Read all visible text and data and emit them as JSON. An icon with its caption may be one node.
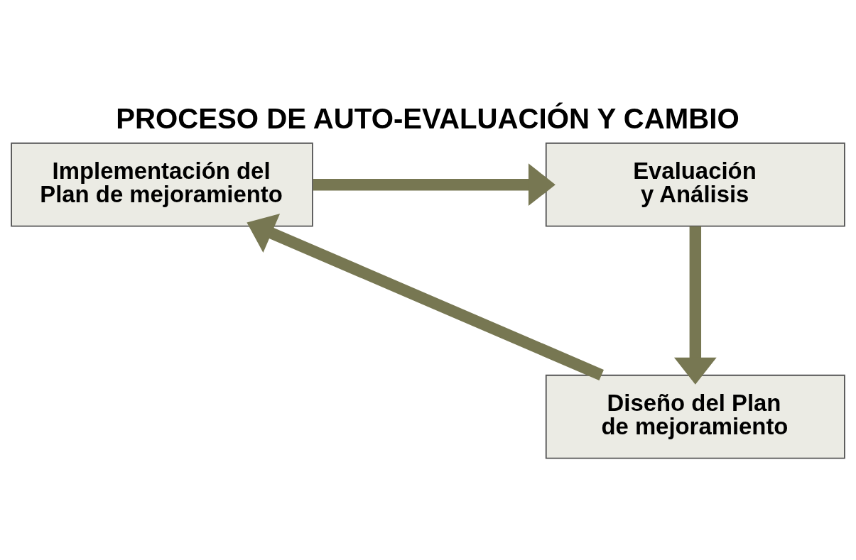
{
  "diagram": {
    "title": "PROCESO DE AUTO-EVALUACIÓN Y CAMBIO",
    "nodes": [
      {
        "text": [
          "Implementación del Plan de mejoramiento"
        ]
      },
      {
        "text": [
          "Evaluación y Análisis"
        ]
      },
      {
        "text": [
          "Diseño del Plan de mejoramiento"
        ]
      }
    ],
    "edges": [
      {
        "from": 0,
        "to": 1,
        "arrow": "to"
      },
      {
        "from": 1,
        "to": 2,
        "arrow": "to"
      },
      {
        "from": 2,
        "to": 0,
        "arrow": "to"
      }
    ]
  }
}
